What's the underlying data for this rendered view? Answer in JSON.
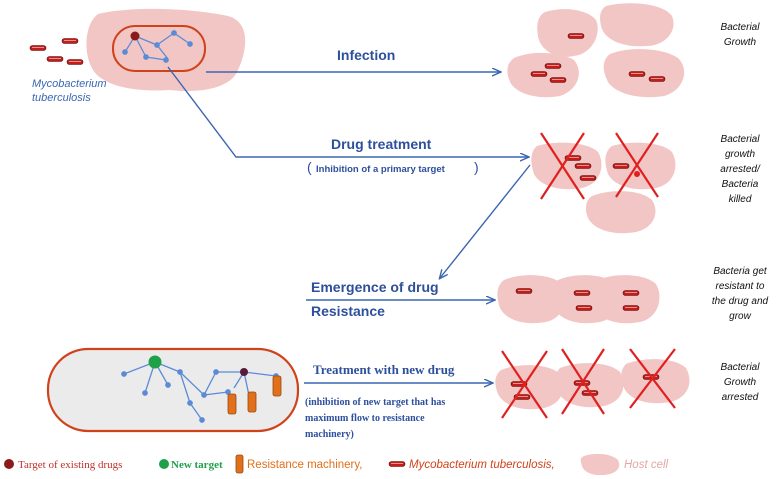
{
  "labels": {
    "mtb_line1": "Mycobacterium",
    "mtb_line2": "tuberculosis",
    "infection": "Infection",
    "drug_treatment": "Drug treatment",
    "inhibition_primary": "Inhibition of a primary target",
    "emergence_line1": "Emergence of drug",
    "emergence_line2": "Resistance",
    "new_drug": "Treatment with new drug",
    "new_target_line1": "(inhibition of new target that has",
    "new_target_line2": "maximum flow to resistance",
    "new_target_line3": "machinery)"
  },
  "outcomes": {
    "growth_line1": "Bacterial",
    "growth_line2": "Growth",
    "arrested_line1": "Bacterial",
    "arrested_line2": "growth",
    "arrested_line3": "arrested/",
    "arrested_line4": "Bacteria",
    "arrested_line5": "killed",
    "resistant_line1": "Bacteria get",
    "resistant_line2": "resistant to",
    "resistant_line3": "the drug and",
    "resistant_line4": "grow",
    "final_line1": "Bacterial",
    "final_line2": "Growth",
    "final_line3": "arrested"
  },
  "legend": {
    "existing_target": "Target of existing drugs",
    "new_target": "New target",
    "resistance": "Resistance machinery,",
    "mtb": "Mycobacterium tuberculosis,",
    "host_cell": "Host cell"
  },
  "colors": {
    "arrow": "#3a66b0",
    "label_blue": "#2e4f9c",
    "host_cell": "#f2c6c4",
    "bacterium_outline": "#d0421a",
    "existing_target": "#8b1a1a",
    "new_target": "#1fa14a",
    "resistance": "#e0701c",
    "red_x": "#e02020",
    "network": "#5b8bd6"
  }
}
